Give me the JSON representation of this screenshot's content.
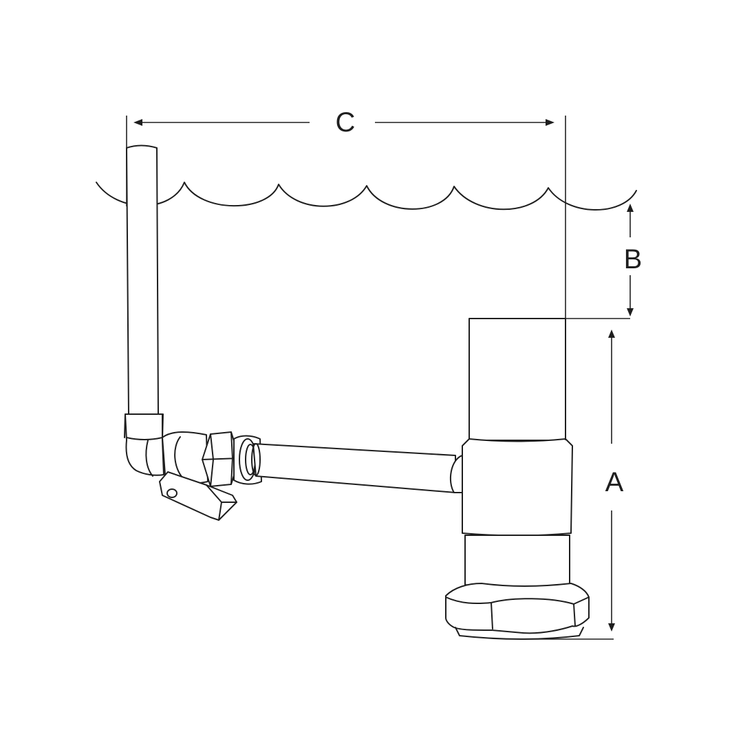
{
  "diagram": {
    "labels": {
      "c": "C",
      "b": "B",
      "a": "A"
    },
    "colors": {
      "line": "#1e1e1e",
      "background": "#ffffff"
    }
  }
}
